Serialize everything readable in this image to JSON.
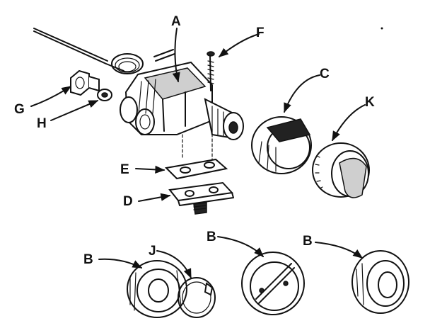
{
  "labels": {
    "a": "A",
    "b1": "B",
    "b2": "B",
    "b3": "B",
    "c": "C",
    "d": "D",
    "e": "E",
    "f": "F",
    "g": "G",
    "h": "H",
    "j": "J",
    "k": "K"
  }
}
